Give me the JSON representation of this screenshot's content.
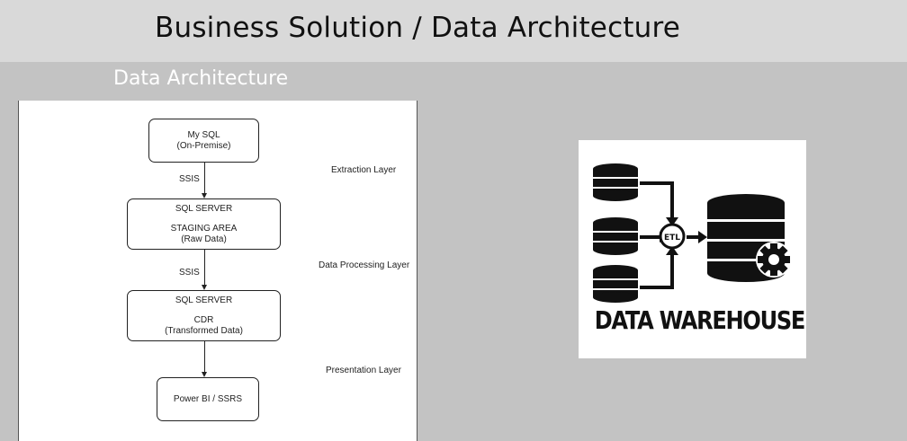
{
  "header": {
    "title": "Business Solution / Data Architecture"
  },
  "section": {
    "title": "Data Architecture"
  },
  "diagram": {
    "nodes": {
      "mysql": {
        "line1": "My SQL",
        "line2": "(On-Premise)"
      },
      "staging": {
        "line1": "SQL SERVER",
        "line2": "STAGING AREA",
        "line3": "(Raw Data)"
      },
      "cdr": {
        "line1": "SQL SERVER",
        "line2": "CDR",
        "line3": "(Transformed Data)"
      },
      "powerbi": {
        "line1": "Power BI / SSRS"
      }
    },
    "edges": {
      "ssis_1": "SSIS",
      "ssis_2": "SSIS"
    },
    "layers": {
      "extraction": "Extraction Layer",
      "processing": "Data Processing Layer",
      "presentation": "Presentation Layer"
    }
  },
  "image_card": {
    "caption": "DATA WAREHOUSE",
    "etl_badge": "ETL"
  },
  "colors": {
    "header_bg": "#d9d9d9",
    "page_bg": "#c3c3c3",
    "panel_bg": "#ffffff",
    "ink": "#111111"
  }
}
